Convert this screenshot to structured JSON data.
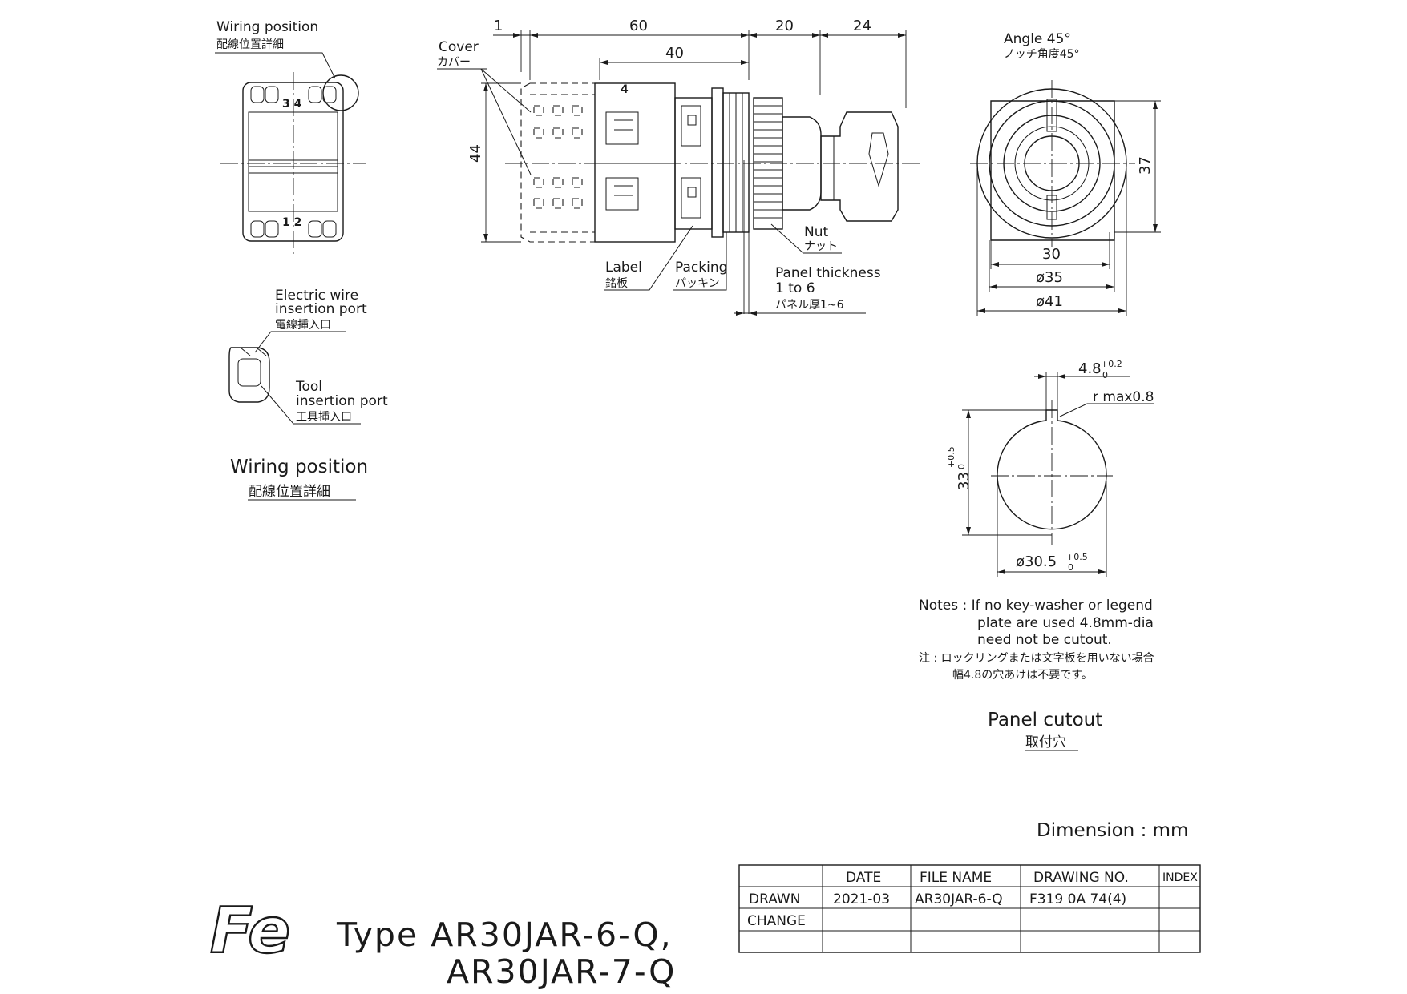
{
  "title_block": {
    "type_line1": "Type  AR30JAR-6-Q,",
    "type_line2": "AR30JAR-7-Q",
    "dimension_unit": "Dimension : mm",
    "table": {
      "headers": [
        "DATE",
        "FILE NAME",
        "DRAWING NO.",
        "INDEX"
      ],
      "rows": [
        {
          "label": "DRAWN",
          "date": "2021-03",
          "file_name": "AR30JAR-6-Q",
          "drawing_no": "F319 0A 74(4)",
          "index": ""
        },
        {
          "label": "CHANGE",
          "date": "",
          "file_name": "",
          "drawing_no": "",
          "index": ""
        }
      ]
    }
  },
  "logo": {
    "text": "Fe"
  },
  "rear_view": {
    "wiring_position_en": "Wiring position",
    "wiring_position_jp": "配線位置詳細",
    "terminal_top": "3 4",
    "terminal_bottom": "1 2"
  },
  "detail_view": {
    "electric_wire_line1": "Electric wire",
    "electric_wire_line2": "insertion port",
    "electric_wire_jp": "電線挿入口",
    "tool_line1": "Tool",
    "tool_line2": "insertion port",
    "tool_jp": "工具挿入口",
    "caption_en": "Wiring position",
    "caption_jp": "配線位置詳細"
  },
  "side_view": {
    "dims": {
      "d1": "1",
      "d60": "60",
      "d20": "20",
      "d24": "24",
      "d40": "40",
      "d44": "44"
    },
    "cover_en": "Cover",
    "cover_jp": "カバー",
    "nut_en": "Nut",
    "nut_jp": "ナット",
    "label_en": "Label",
    "label_jp": "銘板",
    "packing_en": "Packing",
    "packing_jp": "パッキン",
    "panel_thickness_en1": "Panel thickness",
    "panel_thickness_en2": "1 to 6",
    "panel_thickness_jp": "パネル厚1~6",
    "terminal_mark": "4"
  },
  "front_view": {
    "angle_en": "Angle 45°",
    "angle_jp": "ノッチ角度45°",
    "dims": {
      "d37": "37",
      "d30": "30",
      "d35": "ø35",
      "d41": "ø41"
    }
  },
  "panel_cutout": {
    "key_width": "4.8",
    "key_width_tol_upper": "+0.2",
    "key_width_tol_lower": "0",
    "radius": "r max0.8",
    "height": "33",
    "height_tol_upper": "+0.5",
    "height_tol_lower": "0",
    "diameter": "ø30.5",
    "diameter_tol_upper": "+0.5",
    "diameter_tol_lower": "0",
    "notes_en1": "Notes : If no key-washer or legend",
    "notes_en2": "plate are used 4.8mm-dia",
    "notes_en3": "need not be cutout.",
    "notes_jp1": "注 : ロックリングまたは文字板を用いない場合",
    "notes_jp2": "幅4.8の穴あけは不要です。",
    "caption_en": "Panel cutout",
    "caption_jp": "取付穴"
  }
}
